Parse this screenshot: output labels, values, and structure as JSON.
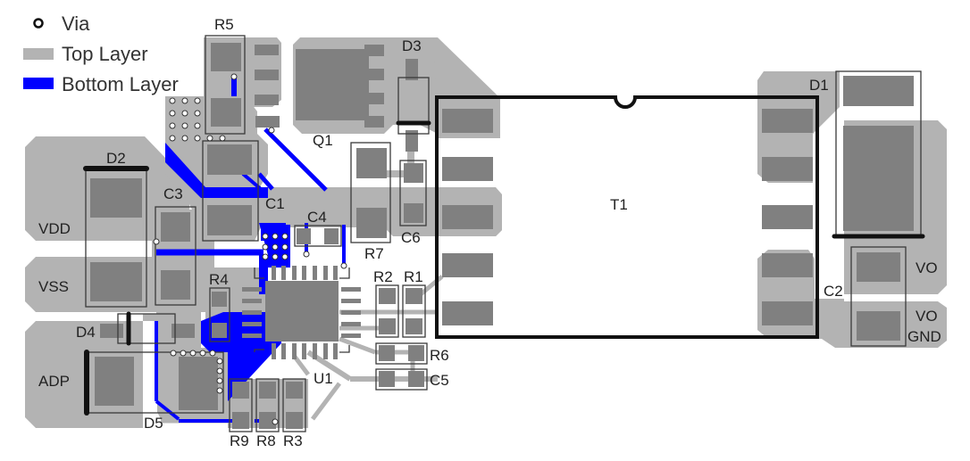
{
  "legend": {
    "via": "Via",
    "top_layer": "Top Layer",
    "bottom_layer": "Bottom Layer"
  },
  "colors": {
    "top_layer": "#b3b3b3",
    "pad": "#808080",
    "bottom_layer": "#0000ff",
    "silkscreen": "#111111"
  },
  "designators": {
    "R5": "R5",
    "D3": "D3",
    "Q1": "Q1",
    "D1": "D1",
    "D2": "D2",
    "C3": "C3",
    "C1": "C1",
    "C4": "C4",
    "R7": "R7",
    "C6": "C6",
    "T1": "T1",
    "R4": "R4",
    "R2": "R2",
    "R1": "R1",
    "R6": "R6",
    "C5": "C5",
    "U1": "U1",
    "D4": "D4",
    "D5": "D5",
    "R9": "R9",
    "R8": "R8",
    "R3": "R3",
    "C2": "C2"
  },
  "nets": {
    "vdd": "VDD",
    "vss": "VSS",
    "adp": "ADP",
    "vo": "VO",
    "vo_gnd_1": "VO",
    "vo_gnd_2": "GND"
  }
}
